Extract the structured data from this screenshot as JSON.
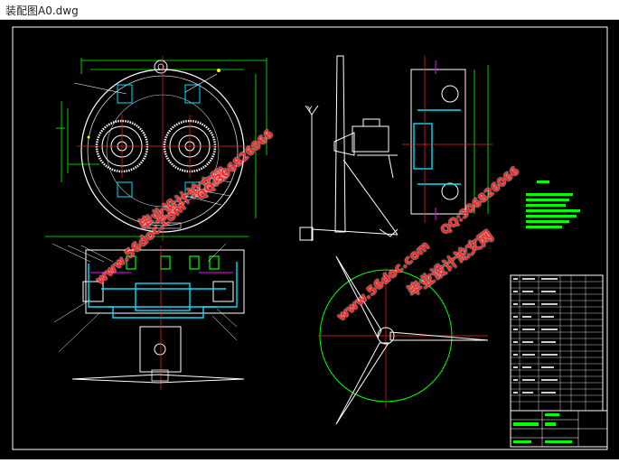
{
  "window": {
    "title": "装配图A0.dwg"
  },
  "watermarks": {
    "site": "www.56doc.com",
    "site_cn": "毕业设计论文网",
    "qq": "QQ:306826066",
    "color": "#ff2020"
  },
  "colors": {
    "background": "#000000",
    "frame": "#ffffff",
    "outline": "#d0d0d0",
    "cyan": "#00e0ff",
    "green": "#00ff00",
    "yellow": "#ffff00",
    "red": "#ff2020",
    "magenta": "#ff00ff"
  }
}
